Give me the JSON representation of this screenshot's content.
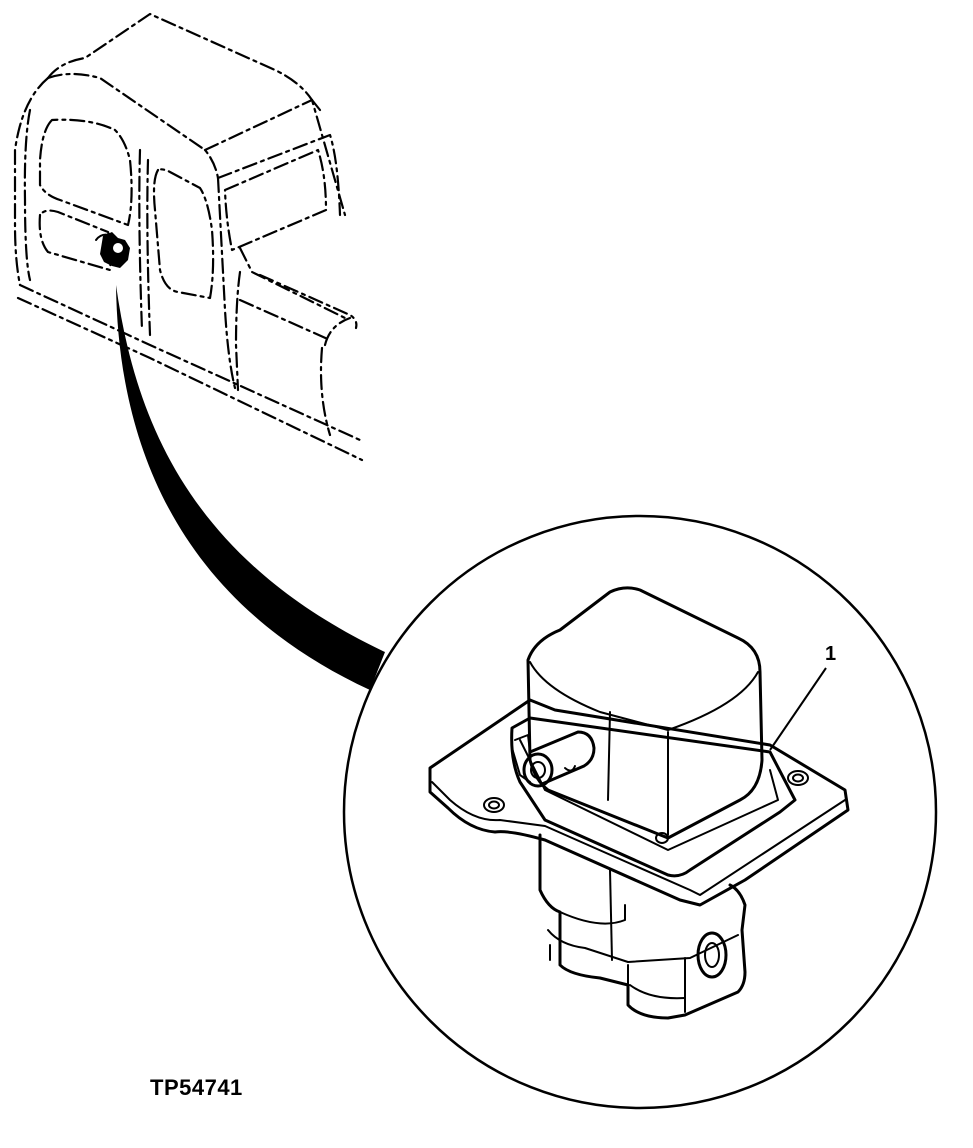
{
  "figure": {
    "id_label": "TP54741",
    "callouts": [
      {
        "number": "1",
        "refers_to": "valve-assembly"
      }
    ]
  },
  "colors": {
    "line": "#000000",
    "background": "#ffffff"
  }
}
